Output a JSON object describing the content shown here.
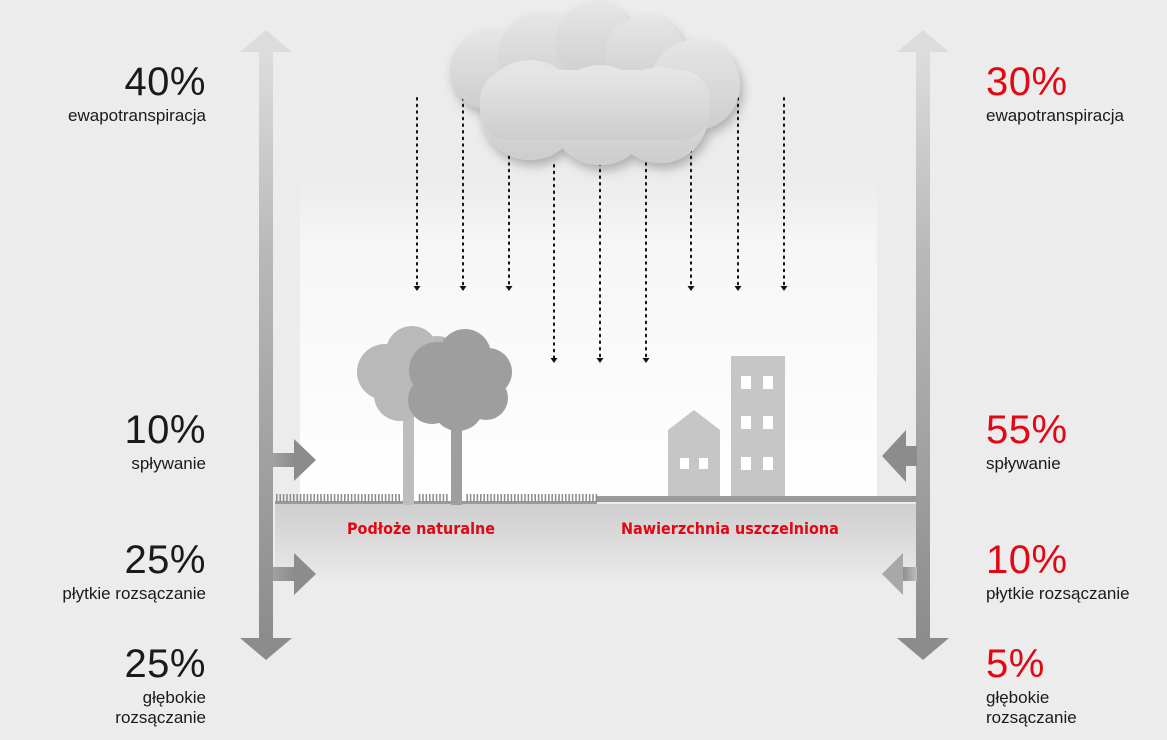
{
  "natural": {
    "label": "Podłoże naturalne",
    "evapotranspiration": {
      "percent": "40%",
      "label": "ewapotranspiracja"
    },
    "runoff": {
      "percent": "10%",
      "label": "spływanie"
    },
    "shallow_infiltration": {
      "percent": "25%",
      "label": "płytkie rozsączanie"
    },
    "deep_infiltration": {
      "percent": "25%",
      "label_line1": "głębokie",
      "label_line2": "rozsączanie"
    }
  },
  "sealed": {
    "label": "Nawierzchnia uszczelniona",
    "evapotranspiration": {
      "percent": "30%",
      "label": "ewapotranspiracja"
    },
    "runoff": {
      "percent": "55%",
      "label": "spływanie"
    },
    "shallow_infiltration": {
      "percent": "10%",
      "label": "płytkie rozsączanie"
    },
    "deep_infiltration": {
      "percent": "5%",
      "label_line1": "głębokie",
      "label_line2": "rozsączanie"
    }
  },
  "colors": {
    "background": "#ececec",
    "accent_red": "#e30613",
    "text_dark": "#1a1a1a",
    "arrow_gray": "#9a9a9a",
    "arrow_dark": "#8c8c8c",
    "tree_light": "#b9b9b9",
    "tree_dark": "#9e9e9e",
    "building": "#c6c6c6",
    "window": "#ffffff",
    "ground_line": "#9a9a9a"
  },
  "icons": [
    "cloud-icon",
    "rain-drop-arrow-icon",
    "tree-icon",
    "house-icon",
    "office-building-icon",
    "double-arrow-vertical-icon",
    "arrow-right-icon",
    "arrow-left-icon"
  ]
}
